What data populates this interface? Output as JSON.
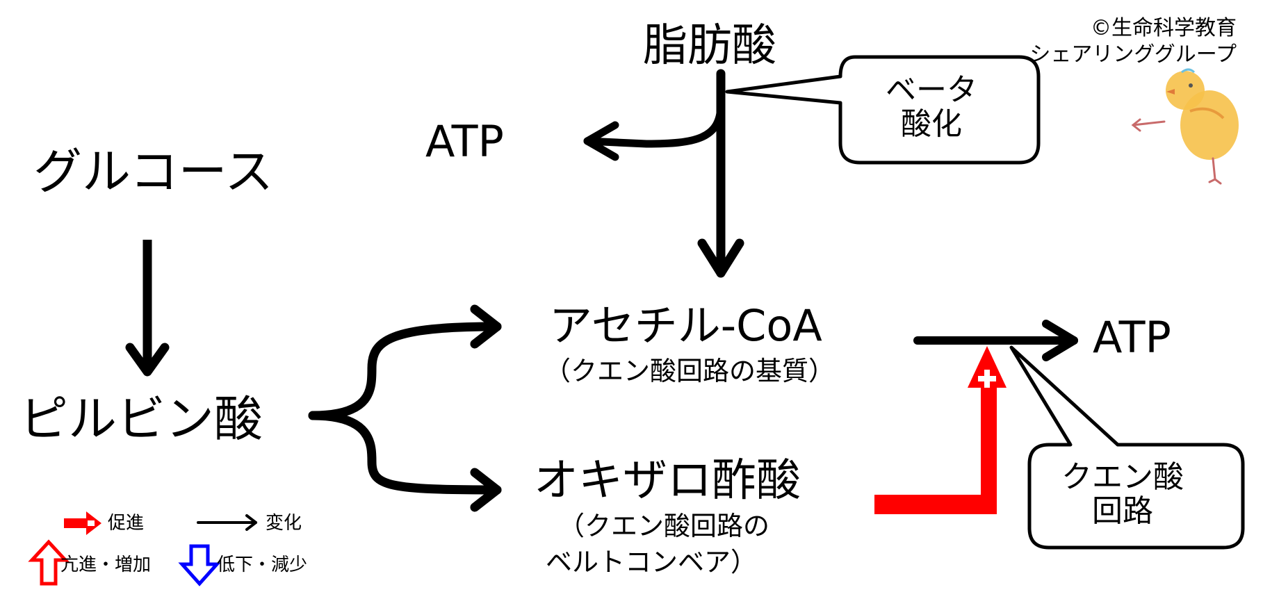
{
  "nodes": {
    "glucose": "グルコース",
    "pyruvate": "ピルビン酸",
    "fatty_acid": "脂肪酸",
    "atp_top": "ATP",
    "acetyl_coa": "アセチル-CoA",
    "acetyl_coa_note": "（クエン酸回路の基質）",
    "oxaloacetate": "オキザロ酢酸",
    "oxaloacetate_note_line1": "（クエン酸回路の",
    "oxaloacetate_note_line2": "ベルトコンベア）",
    "atp_right": "ATP"
  },
  "callouts": {
    "beta_oxidation_line1": "ベータ",
    "beta_oxidation_line2": "酸化",
    "citric_cycle_line1": "クエン酸",
    "citric_cycle_line2": "回路"
  },
  "credit": {
    "line1": "©生命科学教育",
    "line2": "シェアリンググループ"
  },
  "legend": {
    "promote": "促進",
    "change": "変化",
    "increase": "亢進・増加",
    "decrease": "低下・減少"
  },
  "colors": {
    "promote": "#ff0000",
    "change": "#000000",
    "decrease": "#0000ff"
  }
}
